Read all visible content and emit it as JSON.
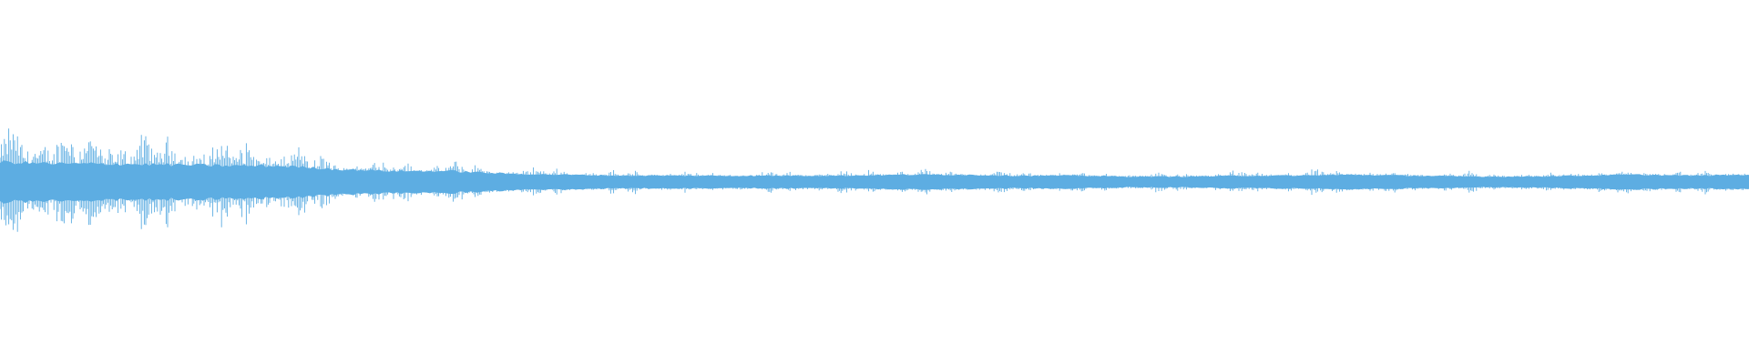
{
  "waveform": {
    "color": "#5DADE2",
    "background": "#ffffff",
    "envelope": {
      "core_amplitude": [
        0.11,
        0.1,
        0.1,
        0.095,
        0.09,
        0.088,
        0.07,
        0.06,
        0.06,
        0.045,
        0.04,
        0.035,
        0.035,
        0.034,
        0.035,
        0.035,
        0.04,
        0.04,
        0.035,
        0.035,
        0.03,
        0.03,
        0.034,
        0.035,
        0.04,
        0.035,
        0.03,
        0.03,
        0.035,
        0.04,
        0.035,
        0.04
      ],
      "peak_amplitude": [
        0.33,
        0.3,
        0.28,
        0.26,
        0.25,
        0.22,
        0.14,
        0.13,
        0.12,
        0.09,
        0.08,
        0.07,
        0.065,
        0.06,
        0.06,
        0.07,
        0.075,
        0.07,
        0.065,
        0.06,
        0.055,
        0.055,
        0.065,
        0.07,
        0.07,
        0.065,
        0.06,
        0.06,
        0.065,
        0.07,
        0.065,
        0.065
      ]
    }
  }
}
